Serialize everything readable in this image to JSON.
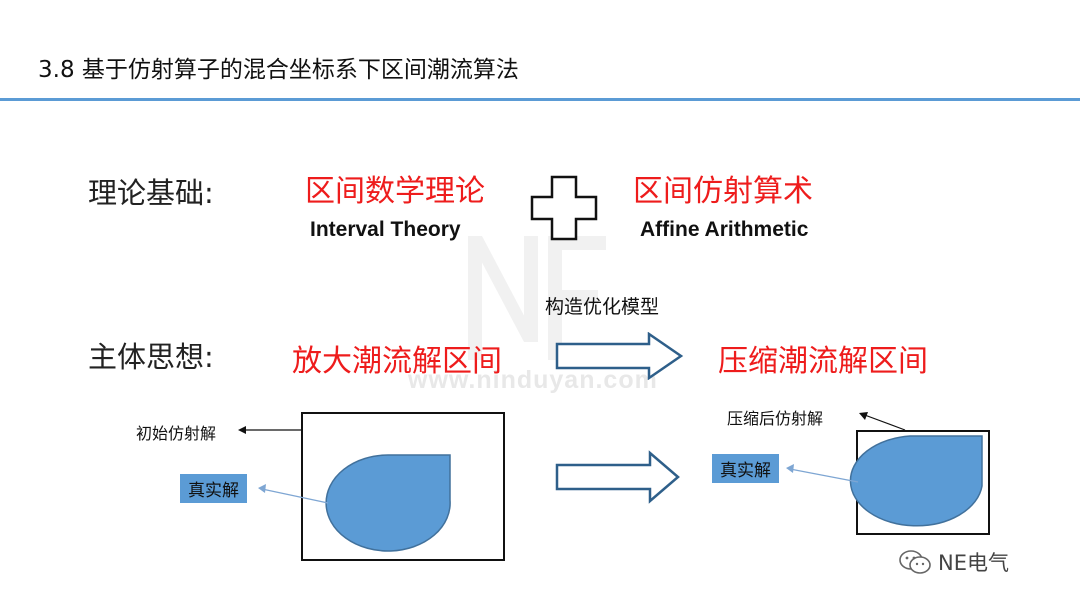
{
  "header": {
    "title": "3.8 基于仿射算子的混合坐标系下区间潮流算法"
  },
  "theory_row": {
    "label": "理论基础:",
    "left_cn": "区间数学理论",
    "left_en": "Interval Theory",
    "plus_icon": "plus-icon",
    "right_cn": "区间仿射算术",
    "right_en": "Affine Arithmetic"
  },
  "idea_row": {
    "label": "主体思想:",
    "left_cn": "放大潮流解区间",
    "arrow_caption": "构造优化模型",
    "right_cn": "压缩潮流解区间"
  },
  "left_figure": {
    "initial_label": "初始仿射解",
    "true_label": "真实解"
  },
  "right_figure": {
    "compressed_label": "压缩后仿射解",
    "true_label": "真实解"
  },
  "watermark": {
    "url": "www.ninduyan.com"
  },
  "brand": {
    "icon": "wechat-icon",
    "text": "NE电气"
  },
  "colors": {
    "accent_blue": "#5b9bd5",
    "red": "#ee1c1c"
  }
}
